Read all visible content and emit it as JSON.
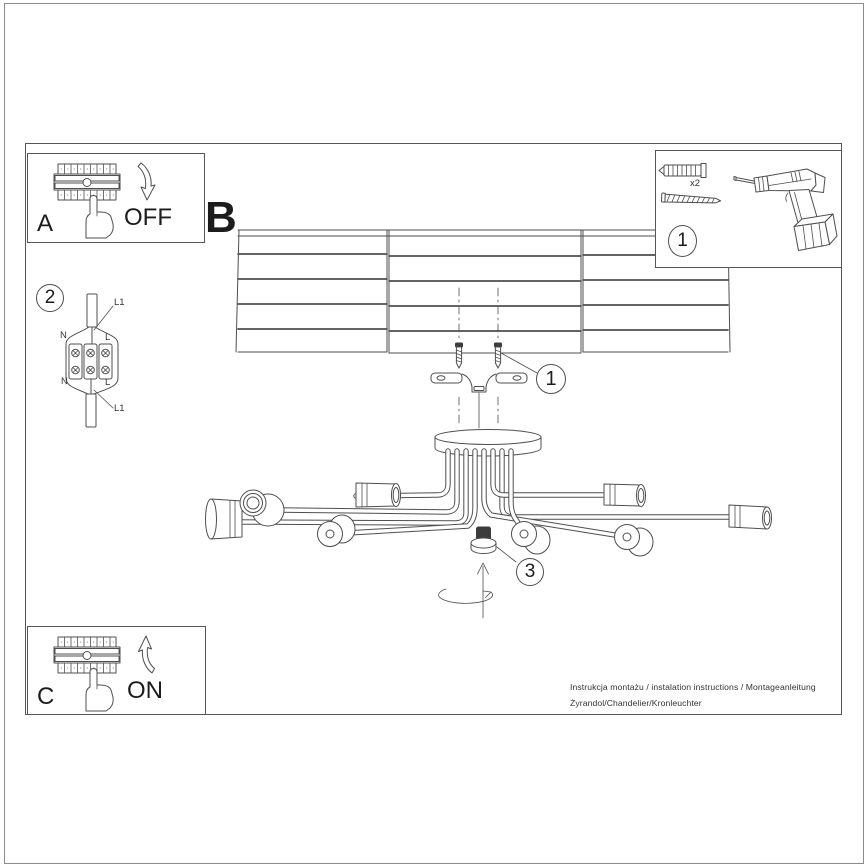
{
  "doc": {
    "colors": {
      "line": "#4f4f4f",
      "text": "#1c1c1c"
    },
    "panel_a": {
      "label": "A",
      "action": "OFF"
    },
    "panel_c": {
      "label": "C",
      "action": "ON"
    },
    "step_b": {
      "label": "B"
    },
    "toolbox": {
      "callout": "1",
      "quantity": "x2"
    },
    "wiring": {
      "callout": "2",
      "labels": {
        "top_line": "L1",
        "top_neutral": "N",
        "top_live": "L",
        "bottom_neutral": "N",
        "bottom_live": "L",
        "bottom_line": "L1"
      }
    },
    "mounting": {
      "callout": "1"
    },
    "adjuster": {
      "callout": "3"
    },
    "footer": {
      "line1": "Instrukcja montażu / instalation instructions / Montageanleitung",
      "line2": "Żyrandol/Chandelier/Kronleuchter"
    }
  }
}
